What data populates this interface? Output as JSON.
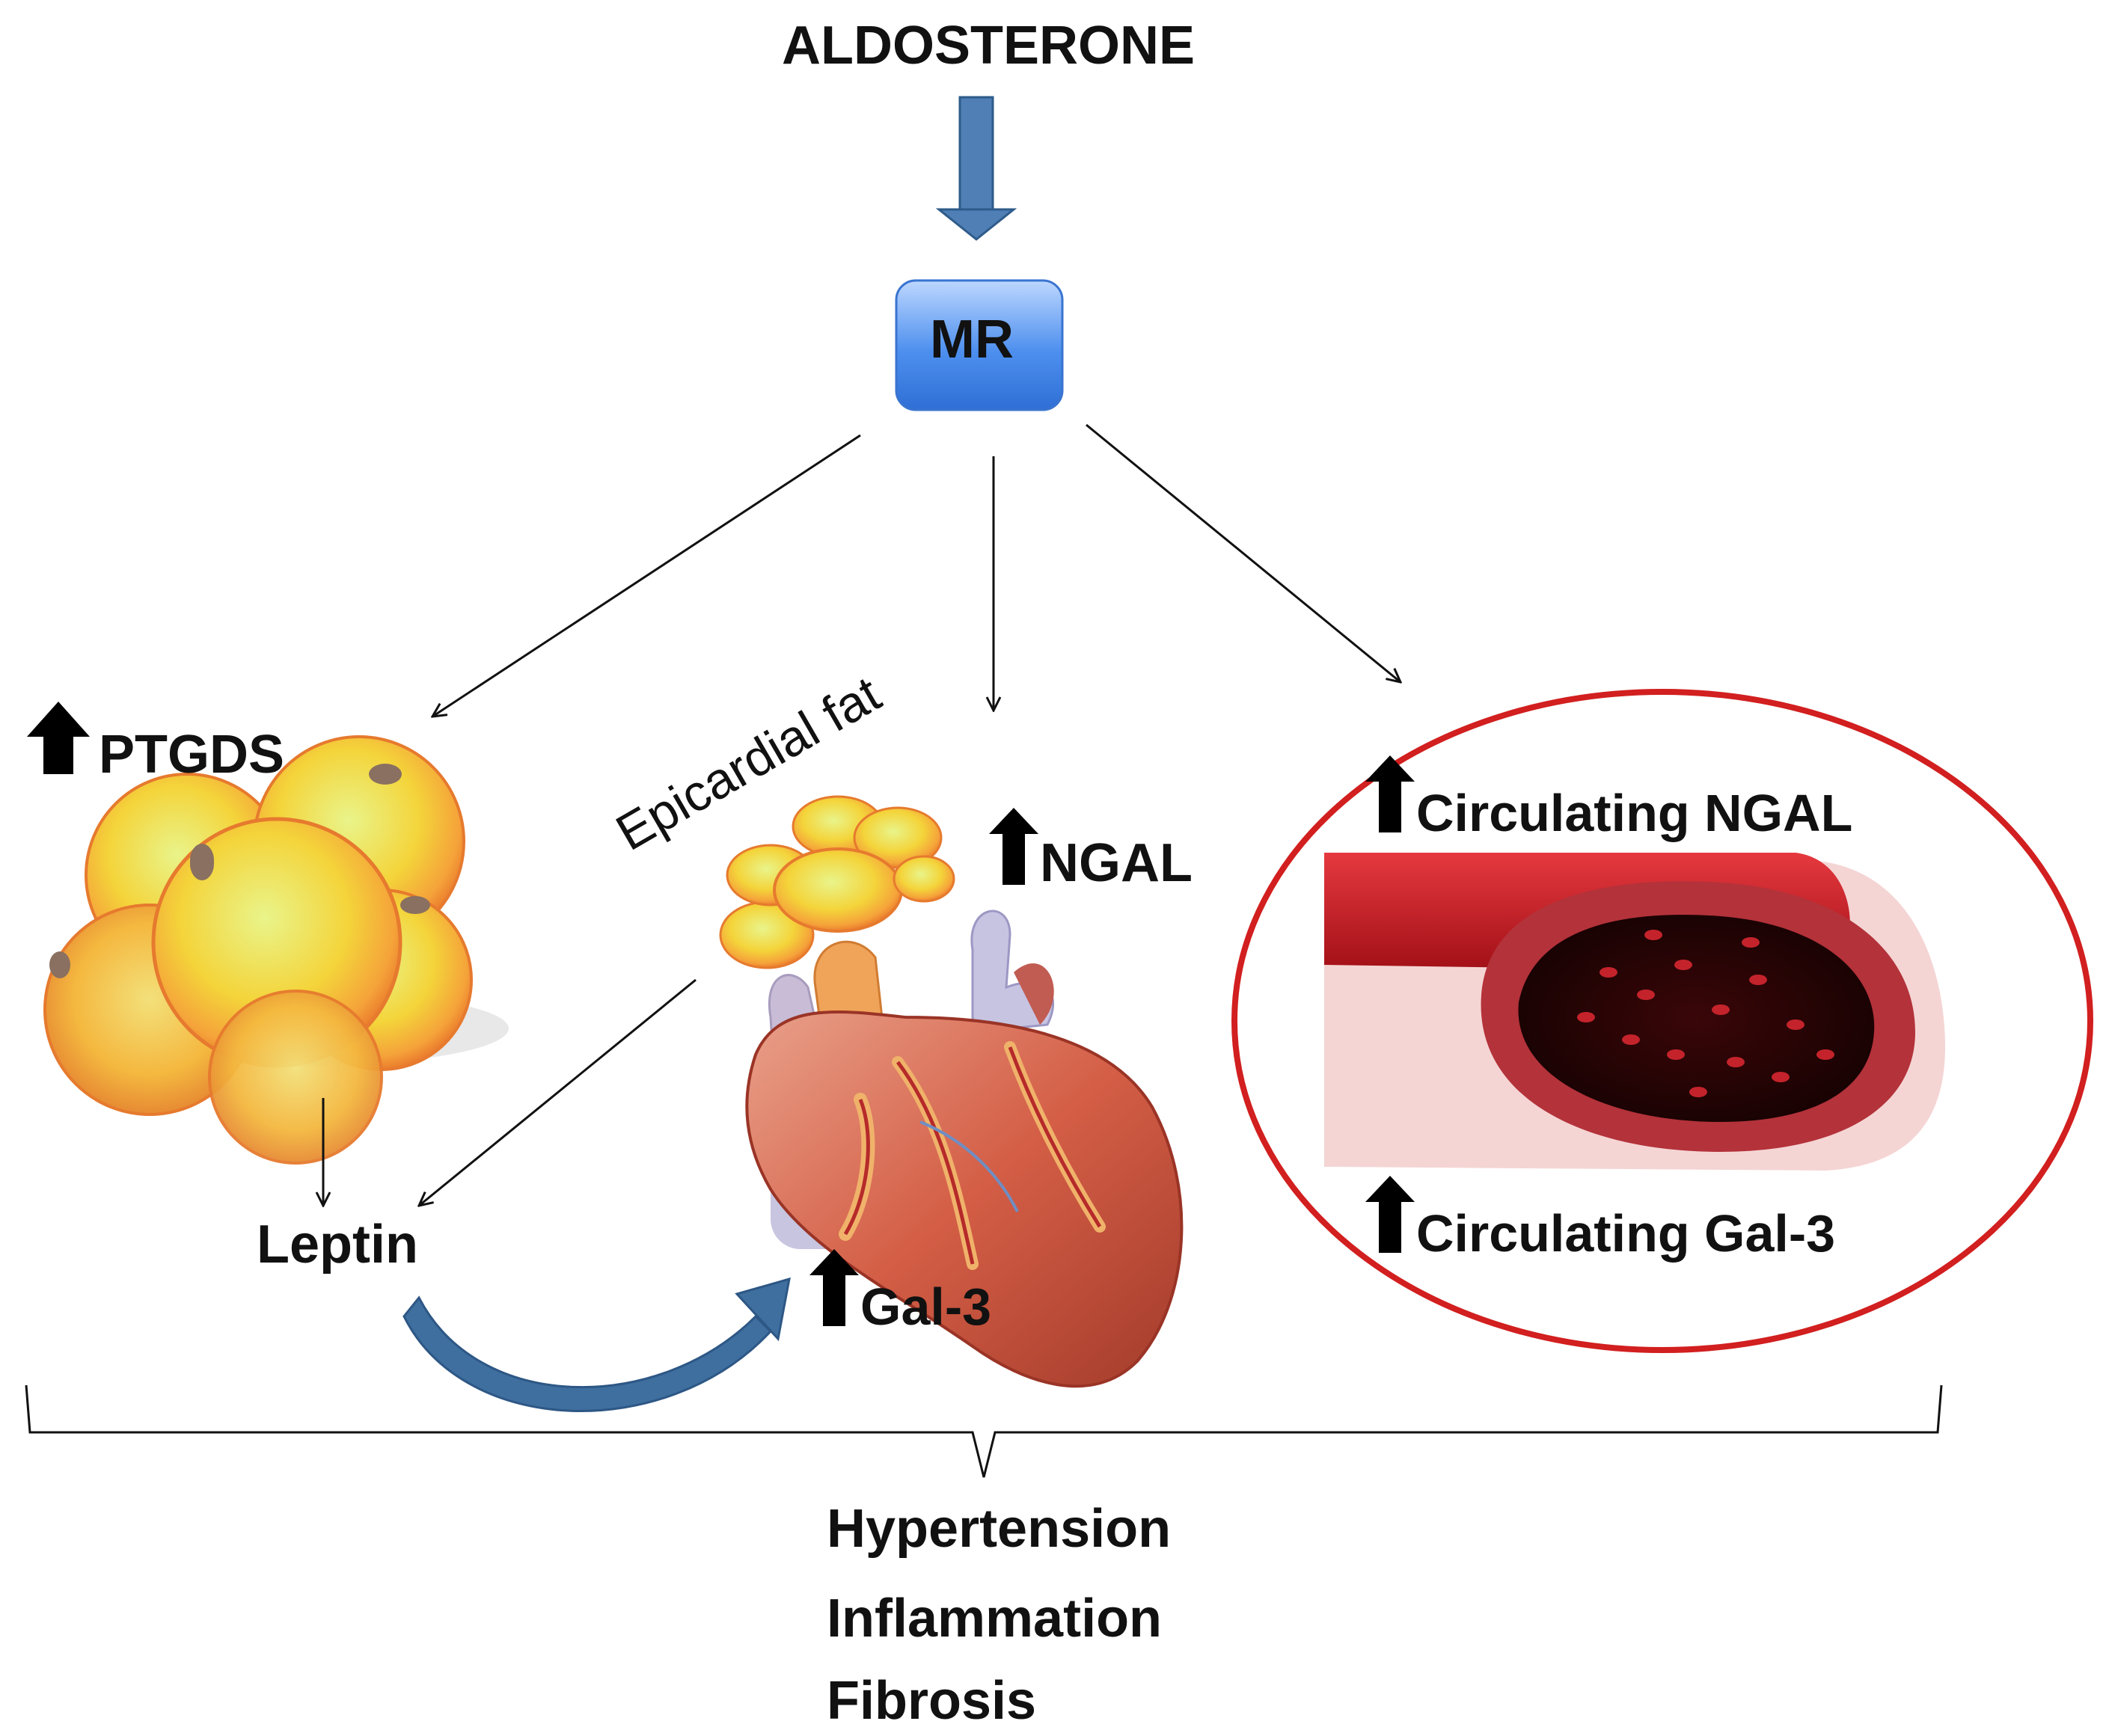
{
  "diagram": {
    "top_hormone": "ALDOSTERONE",
    "receptor": "MR",
    "adipocytes_marker": "PTGDS",
    "epicardial_label": "Epicardial fat",
    "cardiac_marker_top": "NGAL",
    "cardiac_marker_bottom": "Gal-3",
    "leptin_label": "Leptin",
    "circulating_top": "Circulating NGAL",
    "circulating_bottom": "Circulating Gal-3",
    "outcomes": [
      "Hypertension",
      "Inflammation",
      "Fibrosis"
    ]
  },
  "colors": {
    "receptor_box": "#4d8fee",
    "big_arrow": "#4f7fb5",
    "curved_arrow": "#3f6f9f",
    "circle_outline": "#d21f1f",
    "fat_cell": "#f3d23a",
    "vessel": "#c8141c",
    "heart": "#d2573f"
  },
  "icons": [
    "up-arrow-icon",
    "fat-cells-illustration",
    "heart-illustration",
    "blood-vessel-illustration"
  ]
}
